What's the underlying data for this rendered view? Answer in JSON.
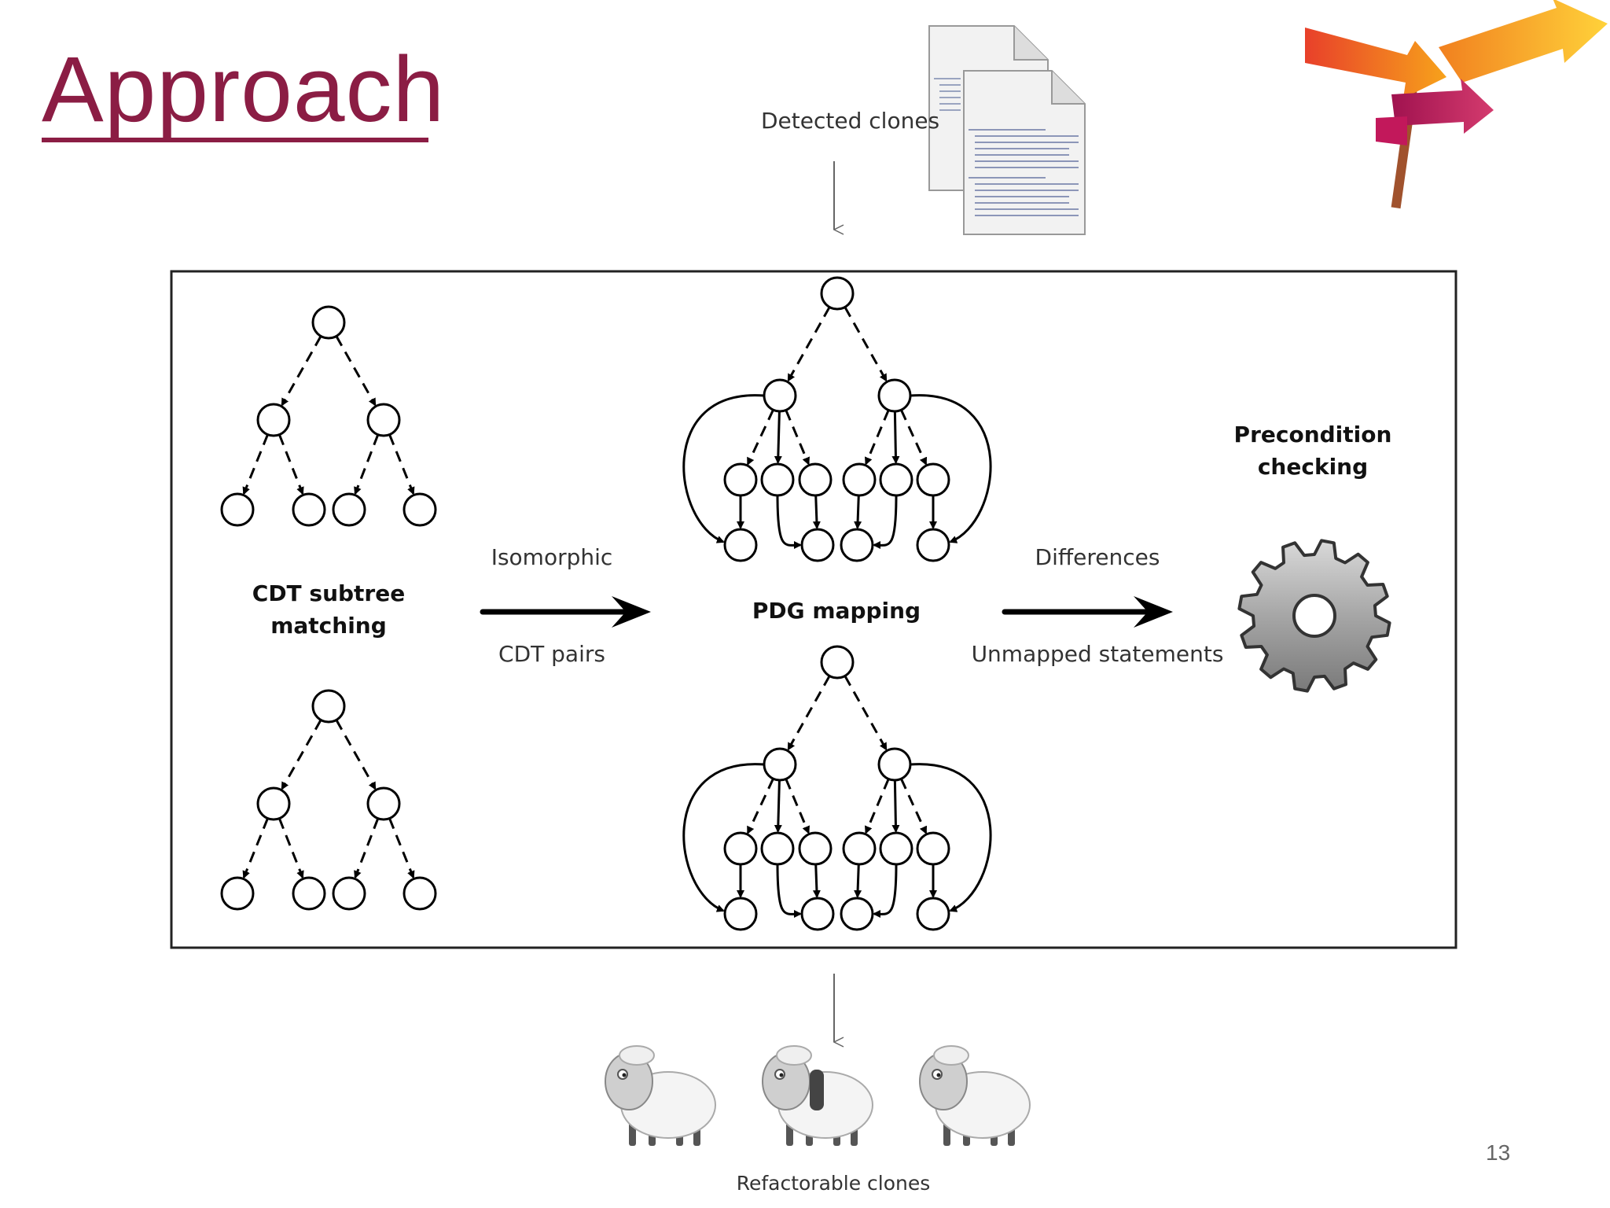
{
  "slide": {
    "title": "Approach",
    "page_number": "13",
    "accent_color": "#8b1d44"
  },
  "diagram": {
    "input_label": "Detected clones",
    "output_label": "Refactorable clones",
    "stage1_label_line1": "CDT subtree",
    "stage1_label_line2": "matching",
    "arrow1_top": "Isomorphic",
    "arrow1_bottom": "CDT pairs",
    "stage2_label": "PDG mapping",
    "arrow2_top": "Differences",
    "arrow2_bottom": "Unmapped statements",
    "stage3_label_line1": "Precondition",
    "stage3_label_line2": "checking",
    "icons": [
      "document-icon",
      "signpost-arrows-logo",
      "gear-icon",
      "sheep-icon"
    ]
  }
}
